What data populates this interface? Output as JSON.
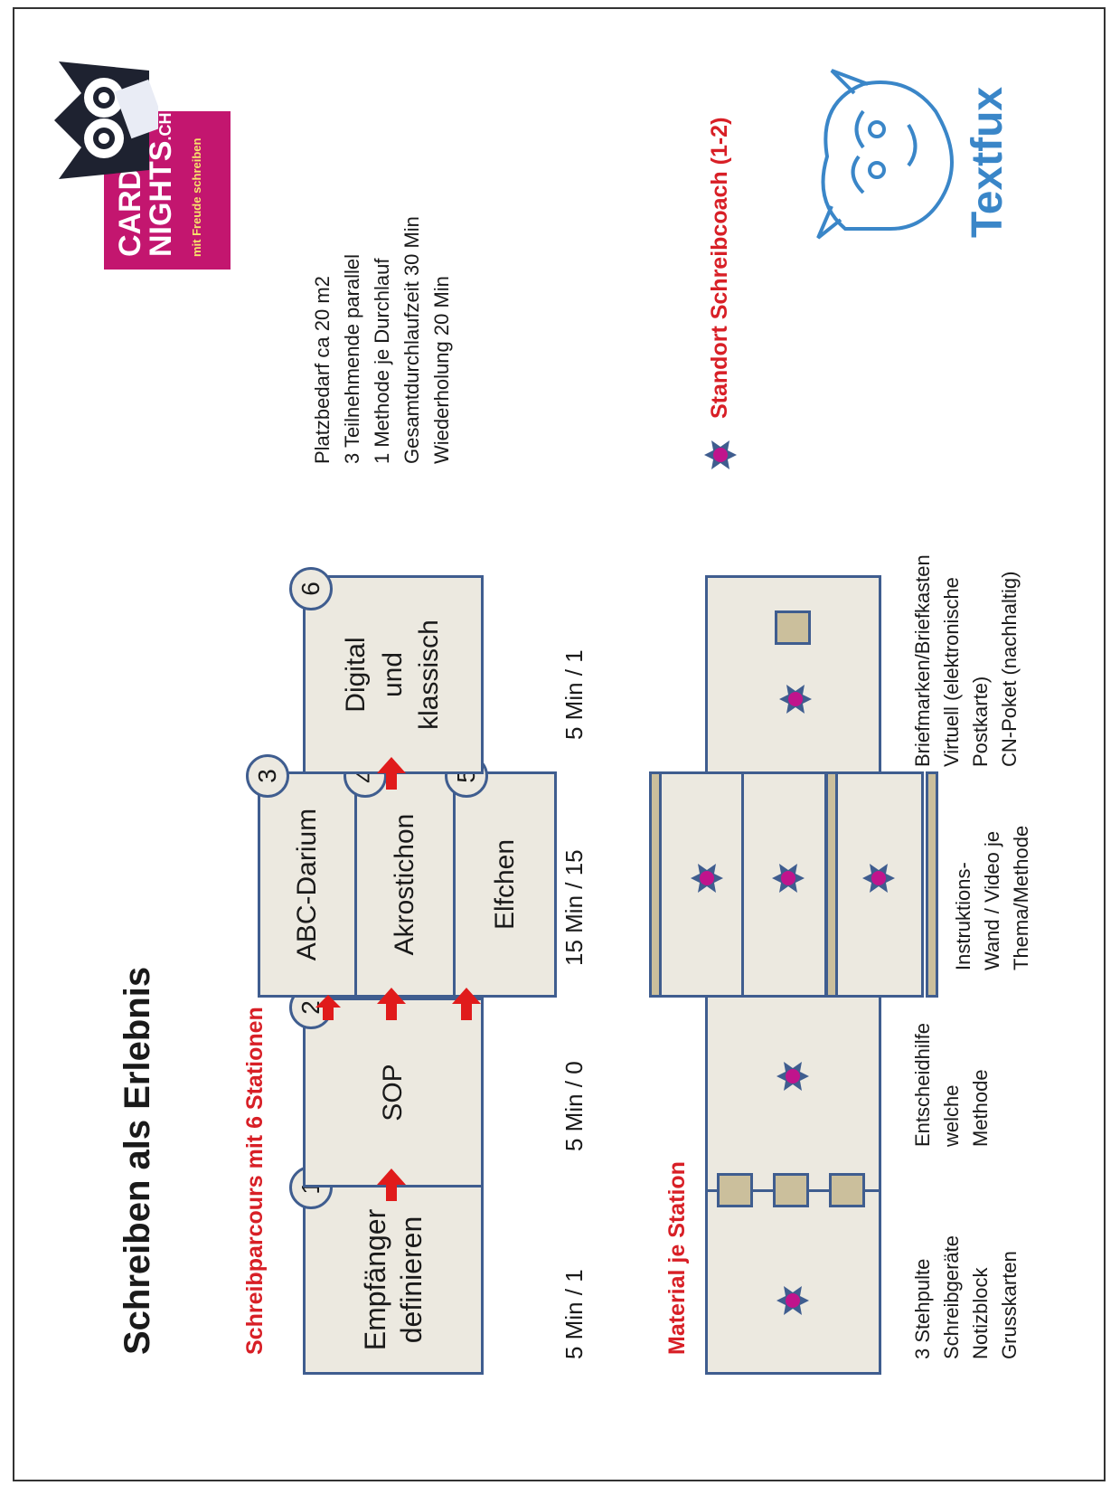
{
  "title": "Schreiben als Erlebnis",
  "subtitle_parcours": "Schreibparcours mit 6 Stationen",
  "stations": [
    {
      "num": "1",
      "label_line1": "Empfänger",
      "label_line2": "definieren"
    },
    {
      "num": "2",
      "label_line1": "SOP",
      "label_line2": ""
    },
    {
      "num": "3",
      "label_line1": "ABC-Darium",
      "label_line2": ""
    },
    {
      "num": "4",
      "label_line1": "Akrostichon",
      "label_line2": ""
    },
    {
      "num": "5",
      "label_line1": "Elfchen",
      "label_line2": ""
    },
    {
      "num": "6",
      "label_line1": "Digital",
      "label_line2": "und",
      "label_line3": "klassisch"
    }
  ],
  "times": [
    "5 Min / 1",
    "5 Min / 0",
    "15 Min / 15",
    "5 Min / 1"
  ],
  "subtitle_material": "Material je Station",
  "info_lines": [
    "Platzbedarf ca 20 m2",
    "3 Teilnehmende parallel",
    "1 Methode je Durchlauf",
    "Gesamtdurchlaufzeit 30 Min",
    "Wiederholung 20 Min"
  ],
  "legend_label": "Standort Schreibcoach (1-2)",
  "material_texts": [
    [
      "3 Stehpulte",
      "Schreibgeräte",
      "Notizblock",
      "Grusskarten"
    ],
    [
      "Entscheidhilfe",
      "welche",
      "Methode"
    ],
    [
      "Instruktions-",
      "Wand / Video je",
      "Thema/Methode"
    ],
    [
      "Briefmarken/Briefkasten",
      "Virtuell (elektronische",
      "Postkarte)",
      "CN-Poket (nachhaltig)"
    ]
  ],
  "logo_cardnights": {
    "line1": "CARD",
    "line2": "NIGHTS",
    "suffix": ".CH",
    "tagline": "mit Freude schreiben"
  },
  "logo_textfux": "Textfux",
  "colors": {
    "red": "#d81f26",
    "box_fill": "#ece9e0",
    "box_border": "#3f5d8f",
    "tan": "#cbbf9c",
    "magenta": "#c0148c",
    "brand": "#c3166f",
    "textfux_blue": "#3a86c8"
  }
}
